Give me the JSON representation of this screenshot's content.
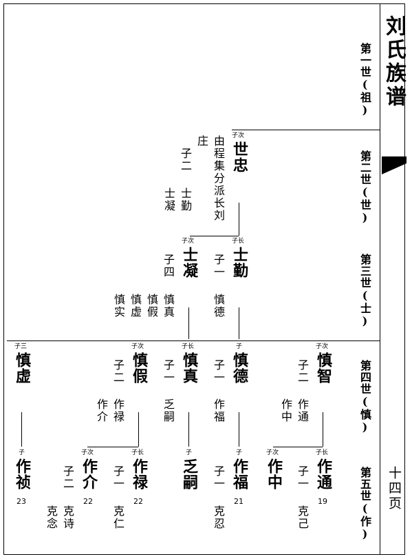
{
  "title": "刘氏族谱",
  "page_number": "十四页",
  "generations": [
    "第一世(祖)",
    "第二世(世)",
    "第三世(士)",
    "第四世(慎)",
    "第五世(作)"
  ],
  "gen2": {
    "name": "世忠",
    "label": "子次",
    "note1": "由程集分派长刘",
    "note2": "庄",
    "sons_label": "子二",
    "son1": "士勤",
    "son2": "士凝"
  },
  "gen3": [
    {
      "name": "士勤",
      "label": "子长",
      "sons_label": "子一",
      "son1": "慎德"
    },
    {
      "name": "士凝",
      "label": "子次",
      "sons_label": "子四",
      "son1": "慎真",
      "son2": "慎假",
      "son3": "慎虚",
      "son4": "慎实"
    }
  ],
  "gen4": [
    {
      "name": "慎智",
      "label": "子次",
      "sons_label": "子二",
      "son1": "作通",
      "son2": "作中"
    },
    {
      "name": "慎德",
      "label": "子",
      "sons_label": "子一",
      "son1": "作福"
    },
    {
      "name": "慎真",
      "label": "子长",
      "sons_label": "子一",
      "son1": "乏嗣"
    },
    {
      "name": "慎假",
      "label": "子次",
      "sons_label": "子二",
      "son1": "作禄",
      "son2": "作介"
    },
    {
      "name": "慎虚",
      "label": "子三"
    }
  ],
  "gen5": [
    {
      "name": "作通",
      "label": "子长",
      "num": "19",
      "sons_label": "子一",
      "son1": "克己"
    },
    {
      "name": "作中",
      "label": "子次"
    },
    {
      "name": "作福",
      "label": "子",
      "num": "21",
      "sons_label": "子一",
      "son1": "克忍"
    },
    {
      "name": "乏嗣",
      "label": "子"
    },
    {
      "name": "作禄",
      "label": "子长",
      "num": "22",
      "sons_label": "子一",
      "son1": "克仁"
    },
    {
      "name": "作介",
      "label": "子次",
      "num": "22",
      "sons_label": "子二",
      "son1": "克诗",
      "son2": "克念"
    },
    {
      "name": "作祯",
      "label": "子",
      "num": "23"
    }
  ]
}
